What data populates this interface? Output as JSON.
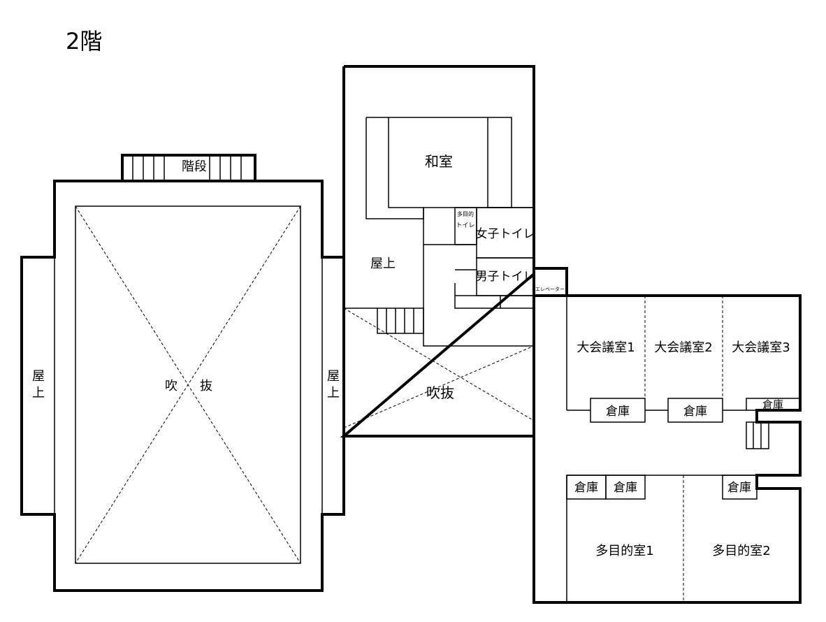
{
  "floor_title": "2階",
  "rooms": {
    "stairs_top": "階段",
    "atrium_left_1": "吹",
    "atrium_left_2": "抜",
    "rooftop_left_1": "屋",
    "rooftop_left_2": "上",
    "rooftop_mid_1": "屋",
    "rooftop_mid_2": "上",
    "rooftop_upper": "屋上",
    "atrium_center": "吹抜",
    "japanese_room": "和室",
    "multi_toilet_1": "多目的",
    "multi_toilet_2": "トイレ",
    "womens_toilet": "女子トイレ",
    "mens_toilet": "男子トイレ",
    "elevator": "エレベーター",
    "conf_room_1": "大会議室1",
    "conf_room_2": "大会議室2",
    "conf_room_3": "大会議室3",
    "storage_a": "倉庫",
    "storage_b": "倉庫",
    "storage_c": "倉庫",
    "storage_d": "倉庫",
    "storage_e": "倉庫",
    "storage_f": "倉庫",
    "multi_room_1": "多目的室1",
    "multi_room_2": "多目的室2"
  }
}
